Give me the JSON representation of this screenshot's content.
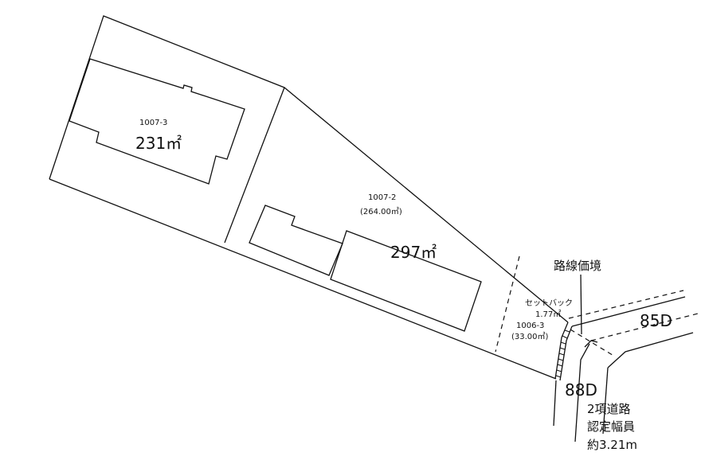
{
  "lots": [
    {
      "id": "1007-3",
      "building_area": "231㎡"
    },
    {
      "id": "1007-2",
      "area": "(264.00㎡)",
      "building_area": "297㎡"
    },
    {
      "id": "1006-3",
      "area": "(33.00㎡)"
    }
  ],
  "setback": {
    "label": "セットバック",
    "area": "1.77㎡"
  },
  "road_price_boundary": "路線価境",
  "roads": {
    "upper": "85D",
    "lower": "88D"
  },
  "road_note": {
    "line1": "2項道路",
    "line2": "認定幅員",
    "line3": "約3.21m"
  }
}
